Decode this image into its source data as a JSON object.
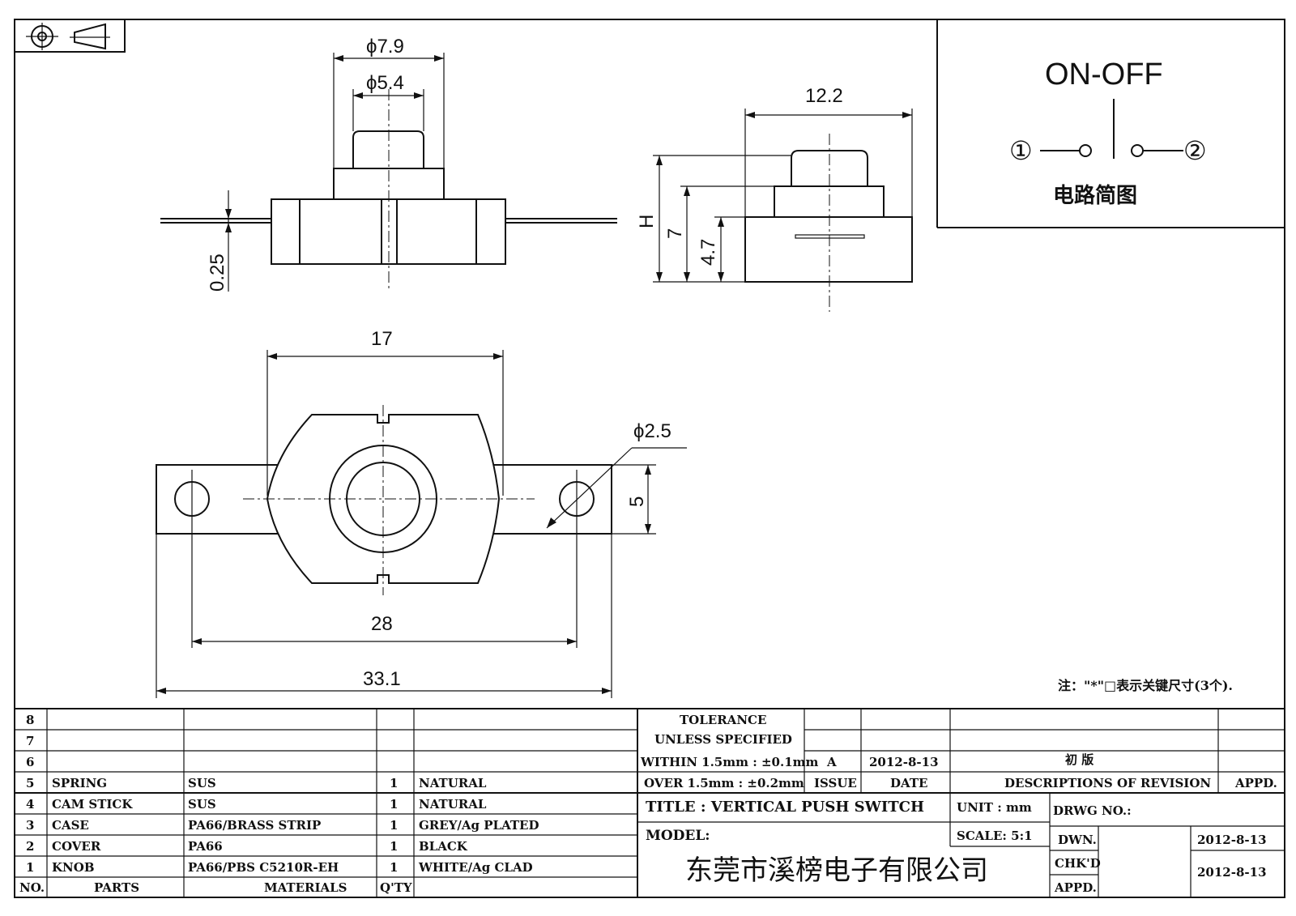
{
  "drawing": {
    "top_view": {
      "dia_outer": "ϕ7.9",
      "dia_inner": "ϕ5.4",
      "thickness": "0.25"
    },
    "side_view": {
      "width": "12.2",
      "height_h": "H",
      "height_7": "7",
      "height_47": "4.7"
    },
    "plan_view": {
      "width_17": "17",
      "hole_dia": "ϕ2.5",
      "tab_width": "5",
      "hole_pitch": "28",
      "overall_length": "33.1"
    },
    "schematic": {
      "title": "ON-OFF",
      "terminal_1": "①",
      "terminal_2": "②",
      "caption": "电路简图"
    },
    "note": "注：\"*\"□表示关键尺寸(3个)."
  },
  "bom": {
    "header": {
      "no": "NO.",
      "parts": "PARTS",
      "materials": "MATERIALS",
      "qty": "Q'TY"
    },
    "rows": [
      {
        "no": "8",
        "part": "",
        "material": "",
        "qty": "",
        "finish": ""
      },
      {
        "no": "7",
        "part": "",
        "material": "",
        "qty": "",
        "finish": ""
      },
      {
        "no": "6",
        "part": "",
        "material": "",
        "qty": "",
        "finish": ""
      },
      {
        "no": "5",
        "part": "SPRING",
        "material": "SUS",
        "qty": "1",
        "finish": "NATURAL"
      },
      {
        "no": "4",
        "part": "CAM STICK",
        "material": "SUS",
        "qty": "1",
        "finish": "NATURAL"
      },
      {
        "no": "3",
        "part": "CASE",
        "material": "PA66/BRASS STRIP",
        "qty": "1",
        "finish": "GREY/Ag PLATED"
      },
      {
        "no": "2",
        "part": "COVER",
        "material": "PA66",
        "qty": "1",
        "finish": "BLACK"
      },
      {
        "no": "1",
        "part": "KNOB",
        "material": "PA66/PBS C5210R-EH",
        "qty": "1",
        "finish": "WHITE/Ag CLAD"
      }
    ]
  },
  "tolerance": {
    "line1": "TOLERANCE",
    "line2": "UNLESS  SPECIFIED",
    "line3": "WITHIN 1.5mm : ±0.1mm",
    "line4": "OVER 1.5mm : ±0.2mm"
  },
  "revision": {
    "issue": "A",
    "date": "2012-8-13",
    "description": "初  版",
    "issue_label": "ISSUE",
    "date_label": "DATE",
    "desc_label": "DESCRIPTIONS OF REVISION",
    "appd_label": "APPD."
  },
  "title_block": {
    "title": "TITLE :  VERTICAL PUSH SWITCH",
    "unit": "UNIT :  mm",
    "drwg_no": "DRWG NO.:",
    "model": "MODEL:",
    "scale": "SCALE:  5:1",
    "dwn_label": "DWN.",
    "dwn_date": "2012-8-13",
    "chkd_label": "CHK'D",
    "chkd_date": "2012-8-13",
    "appd_label": "APPD.",
    "company": "东莞市溪榜电子有限公司"
  }
}
